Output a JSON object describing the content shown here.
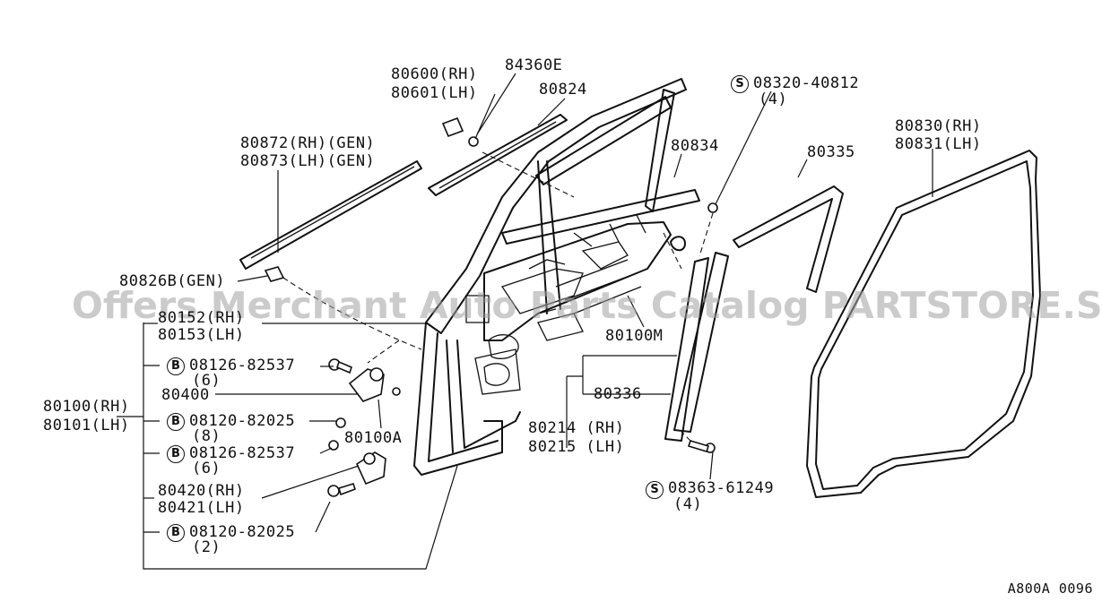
{
  "watermark": "Offers Merchant Auto Parts Catalog PARTSTORE.SA",
  "diagram_ref": "A800A 0096",
  "symbols": {
    "bolt": "B",
    "screw": "S"
  },
  "labels": {
    "p80600": "80600(RH)",
    "p80601": "80601(LH)",
    "p84360E": "84360E",
    "p80824": "80824",
    "p80872": "80872(RH)(GEN)",
    "p80873": "80873(LH)(GEN)",
    "p80834": "80834",
    "s08320": "08320-40812",
    "s08320_qty": "(4)",
    "p80335": "80335",
    "p80830": "80830(RH)",
    "p80831": "80831(LH)",
    "p80826B": "80826B(GEN)",
    "p80152": "80152(RH)",
    "p80153": "80153(LH)",
    "b08126a": "08126-82537",
    "b08126a_qty": "(6)",
    "p80400": "80400",
    "p80100": "80100(RH)",
    "p80101": "80101(LH)",
    "b08120a": "08120-82025",
    "b08120a_qty": "(8)",
    "p80100A": "80100A",
    "b08126b": "08126-82537",
    "b08126b_qty": "(6)",
    "p80420": "80420(RH)",
    "p80421": "80421(LH)",
    "b08120b": "08120-82025",
    "b08120b_qty": "(2)",
    "p80100M": "80100M",
    "p80336": "80336",
    "p80214": "80214 (RH)",
    "p80215": "80215 (LH)",
    "s08363": "08363-61249",
    "s08363_qty": "(4)"
  }
}
